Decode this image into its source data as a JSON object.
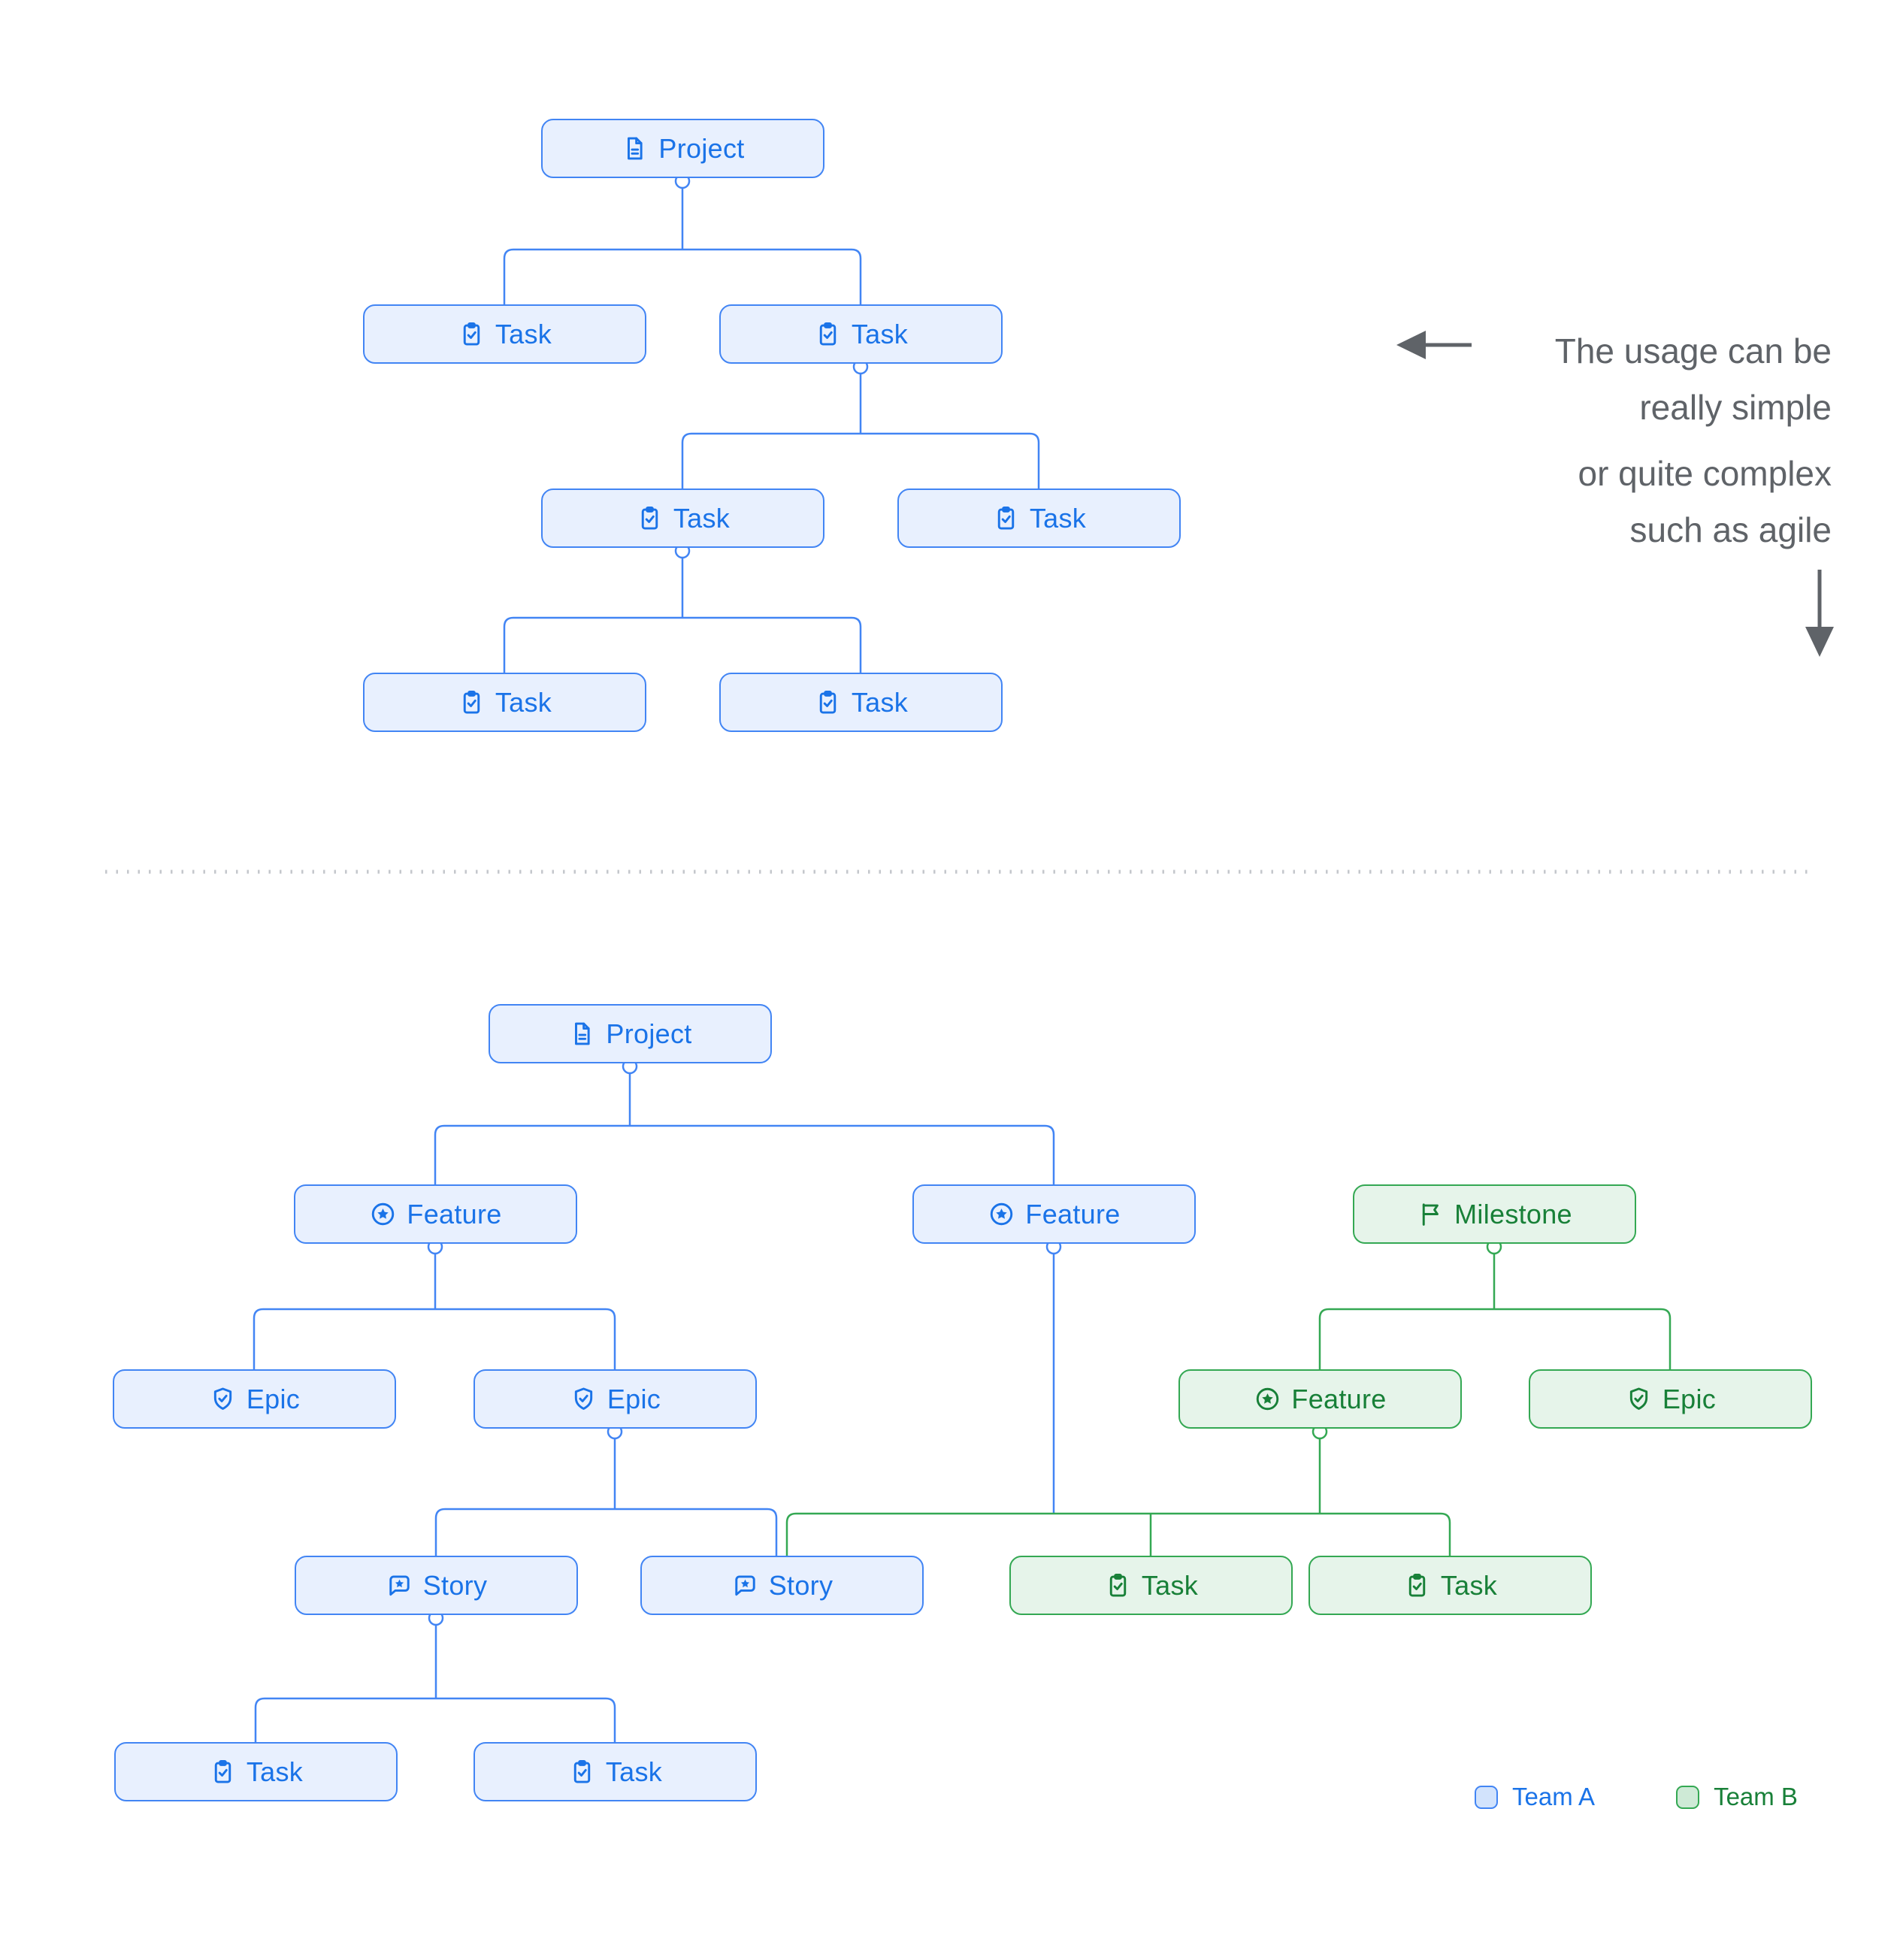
{
  "colors": {
    "team_a_border": "#4285F4",
    "team_a_fill": "#E8F0FE",
    "team_a_text": "#1A73E8",
    "team_b_border": "#34A853",
    "team_b_fill": "#E6F4EA",
    "team_b_text": "#188038",
    "annotation_text": "#5F6368"
  },
  "annotation": {
    "line1": "The usage can be",
    "line2": "really simple",
    "line3": "or quite complex",
    "line4": "such as agile"
  },
  "legend": {
    "team_a": "Team A",
    "team_b": "Team B"
  },
  "nodes": {
    "s_project": {
      "label": "Project",
      "icon": "document",
      "team": "A"
    },
    "s_task_1": {
      "label": "Task",
      "icon": "task-check",
      "team": "A"
    },
    "s_task_2": {
      "label": "Task",
      "icon": "task-check",
      "team": "A"
    },
    "s_task_3": {
      "label": "Task",
      "icon": "task-check",
      "team": "A"
    },
    "s_task_4": {
      "label": "Task",
      "icon": "task-check",
      "team": "A"
    },
    "s_task_5": {
      "label": "Task",
      "icon": "task-check",
      "team": "A"
    },
    "s_task_6": {
      "label": "Task",
      "icon": "task-check",
      "team": "A"
    },
    "c_project": {
      "label": "Project",
      "icon": "document",
      "team": "A"
    },
    "c_feature_1": {
      "label": "Feature",
      "icon": "star-circle",
      "team": "A"
    },
    "c_feature_2": {
      "label": "Feature",
      "icon": "star-circle",
      "team": "A"
    },
    "c_milestone": {
      "label": "Milestone",
      "icon": "flag",
      "team": "B"
    },
    "c_epic_1": {
      "label": "Epic",
      "icon": "shield-check",
      "team": "A"
    },
    "c_epic_2": {
      "label": "Epic",
      "icon": "shield-check",
      "team": "A"
    },
    "c_feature_g": {
      "label": "Feature",
      "icon": "star-circle",
      "team": "B"
    },
    "c_epic_g": {
      "label": "Epic",
      "icon": "shield-check",
      "team": "B"
    },
    "c_story_1": {
      "label": "Story",
      "icon": "bubble-star",
      "team": "A"
    },
    "c_story_2": {
      "label": "Story",
      "icon": "bubble-star",
      "team": "A"
    },
    "c_task_g1": {
      "label": "Task",
      "icon": "task-check",
      "team": "B"
    },
    "c_task_g2": {
      "label": "Task",
      "icon": "task-check",
      "team": "B"
    },
    "c_task_b1": {
      "label": "Task",
      "icon": "task-check",
      "team": "A"
    },
    "c_task_b2": {
      "label": "Task",
      "icon": "task-check",
      "team": "A"
    }
  }
}
